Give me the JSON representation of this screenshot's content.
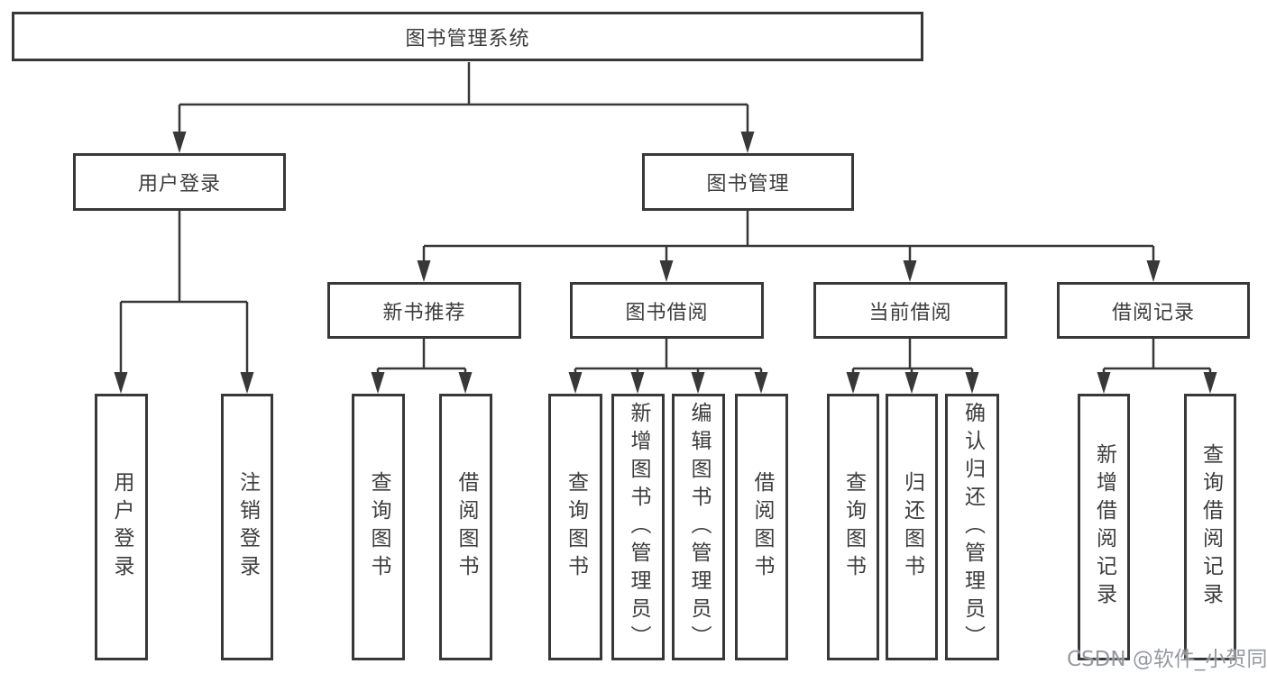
{
  "diagram": {
    "title": "图书管理系统",
    "colors": {
      "line": "#383838",
      "box_border": "#383838",
      "text": "#3d3d3d",
      "watermark": "#878c93",
      "background": "#ffffff"
    },
    "nodes": {
      "root": "图书管理系统",
      "user_login": "用户登录",
      "book_mgmt": "图书管理",
      "new_book_rec": "新书推荐",
      "book_borrow": "图书借阅",
      "current_borrow": "当前借阅",
      "borrow_records": "借阅记录",
      "leaf_user_login": "用户登录",
      "leaf_logout": "注销登录",
      "leaf_query_book": "查询图书",
      "leaf_borrow_book": "借阅图书",
      "leaf_add_book_admin": "新增图书（管理员）",
      "leaf_edit_book_admin": "编辑图书（管理员）",
      "leaf_return_book": "归还图书",
      "leaf_confirm_return_admin": "确认归还（管理员）",
      "leaf_add_borrow_record": "新增借阅记录",
      "leaf_query_borrow_record": "查询借阅记录"
    },
    "hierarchy": {
      "图书管理系统": {
        "用户登录": [
          "用户登录",
          "注销登录"
        ],
        "图书管理": {
          "新书推荐": [
            "查询图书",
            "借阅图书"
          ],
          "图书借阅": [
            "查询图书",
            "新增图书（管理员）",
            "编辑图书（管理员）",
            "借阅图书"
          ],
          "当前借阅": [
            "查询图书",
            "归还图书",
            "确认归还（管理员）"
          ],
          "借阅记录": [
            "新增借阅记录",
            "查询借阅记录"
          ]
        }
      }
    }
  },
  "watermark": {
    "text": "CSDN @软件_小贺同学"
  }
}
